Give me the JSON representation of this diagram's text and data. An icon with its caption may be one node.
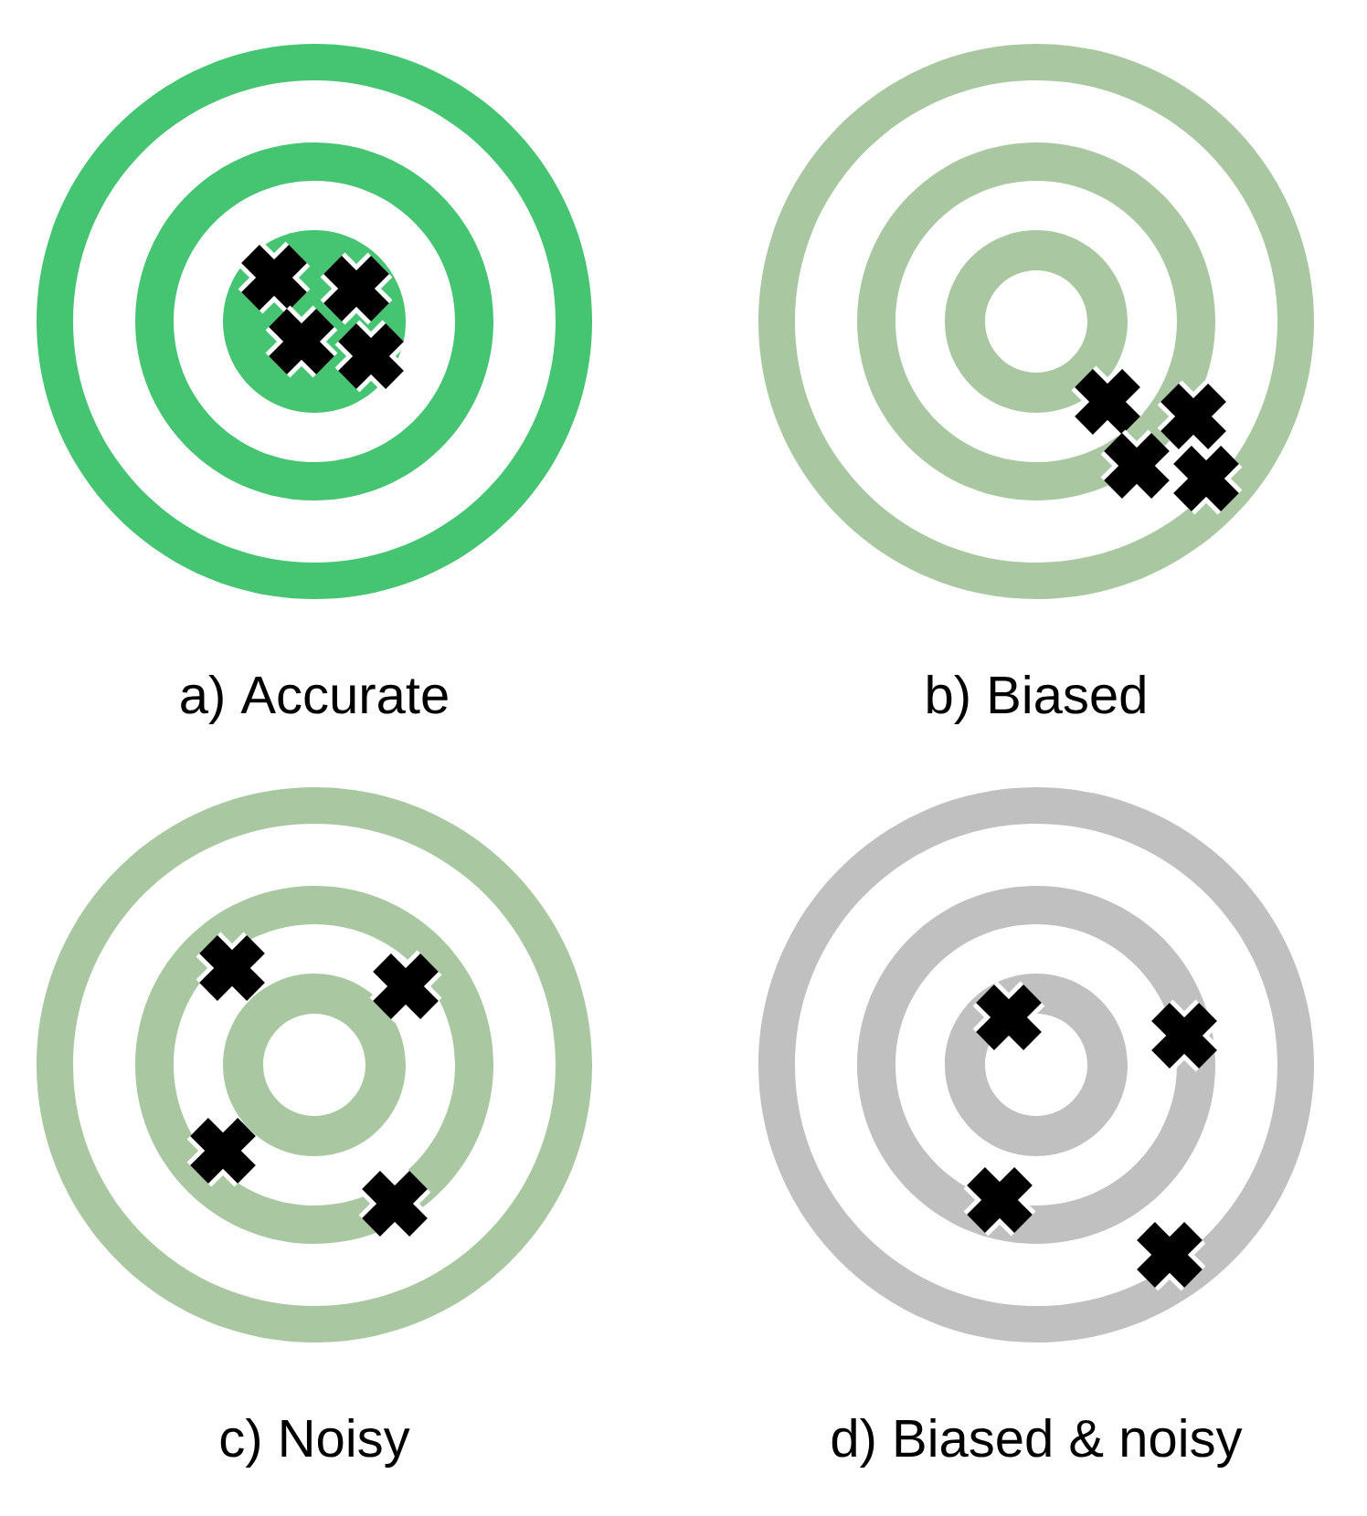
{
  "diagram": {
    "labels": [
      "a) Accurate",
      "b) Biased",
      "c) Noisy",
      "d) Biased & noisy"
    ]
  }
}
